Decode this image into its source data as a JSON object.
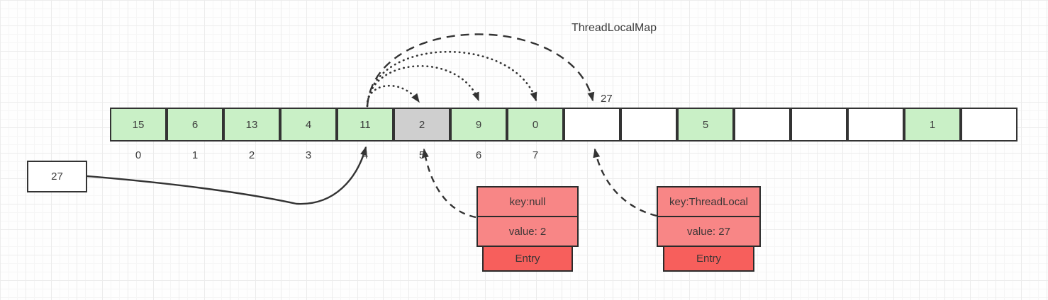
{
  "title": "ThreadLocalMap",
  "array": {
    "cells": [
      {
        "value": "15",
        "state": "filled",
        "index": "0"
      },
      {
        "value": "6",
        "state": "filled",
        "index": "1"
      },
      {
        "value": "13",
        "state": "filled",
        "index": "2"
      },
      {
        "value": "4",
        "state": "filled",
        "index": "3"
      },
      {
        "value": "11",
        "state": "filled",
        "index": "4"
      },
      {
        "value": "2",
        "state": "stale",
        "index": "5"
      },
      {
        "value": "9",
        "state": "filled",
        "index": "6"
      },
      {
        "value": "0",
        "state": "filled",
        "index": "7"
      },
      {
        "value": "",
        "state": "empty",
        "index": ""
      },
      {
        "value": "",
        "state": "empty",
        "index": ""
      },
      {
        "value": "5",
        "state": "filled",
        "index": ""
      },
      {
        "value": "",
        "state": "empty",
        "index": ""
      },
      {
        "value": "",
        "state": "empty",
        "index": ""
      },
      {
        "value": "",
        "state": "empty",
        "index": ""
      },
      {
        "value": "1",
        "state": "filled",
        "index": ""
      },
      {
        "value": "",
        "state": "empty",
        "index": ""
      }
    ]
  },
  "hash_box": {
    "value": "27"
  },
  "slot_pointer_label": "27",
  "entries": [
    {
      "key": "key:null",
      "value": "value: 2",
      "label": "Entry"
    },
    {
      "key": "key:ThreadLocal",
      "value": "value: 27",
      "label": "Entry"
    }
  ],
  "colors": {
    "cell_filled": "#c9f0c6",
    "cell_stale": "#cfcfcf",
    "cell_empty": "#ffffff",
    "cell_border": "#333333",
    "entry_row": "#f88686",
    "entry_tab": "#f75f5c",
    "arrow": "#333333",
    "grid_line": "#ececec"
  }
}
